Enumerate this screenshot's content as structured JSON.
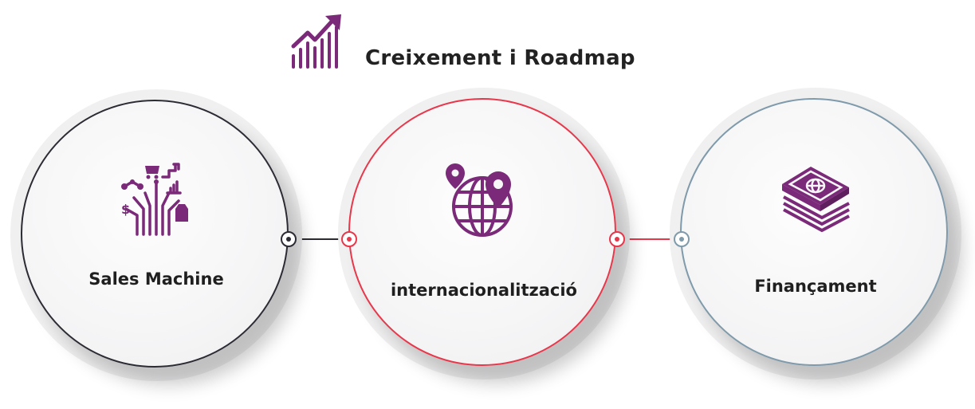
{
  "header": {
    "title": "Creixement i Roadmap",
    "icon": "growth-chart-icon"
  },
  "colors": {
    "accent_purple": "#7a2a78",
    "node1_ring": "#2b2b33",
    "node2_ring": "#e8374a",
    "node3_ring": "#7f9aaa",
    "connector1": "#2b2b33",
    "connector2": "#e8374a"
  },
  "nodes": [
    {
      "label": "Sales Machine",
      "icon": "sales-network-icon"
    },
    {
      "label": "internacionalització",
      "icon": "globe-location-icon"
    },
    {
      "label": "Finançament",
      "icon": "money-stack-icon"
    }
  ]
}
